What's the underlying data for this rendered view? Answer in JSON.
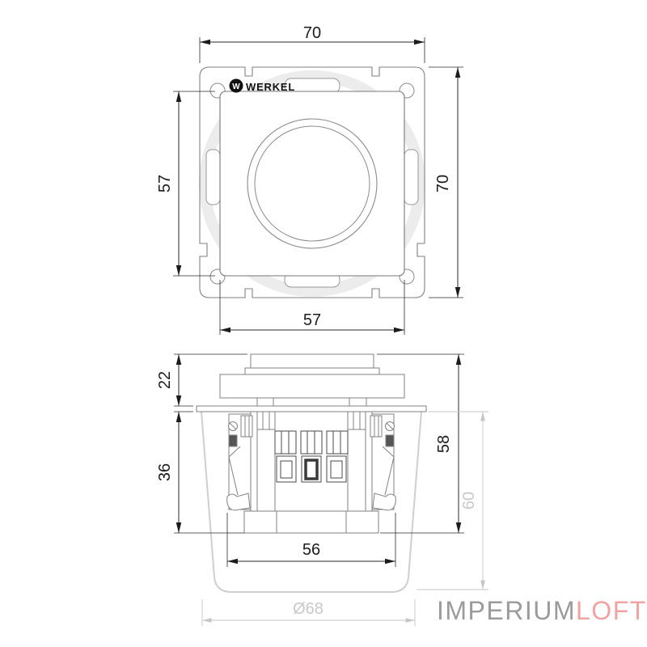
{
  "brand": {
    "werkel": {
      "icon_letter": "W",
      "name": "WERKEL"
    }
  },
  "watermark": {
    "imperium": "IMPERIUM",
    "loft": "LOFT"
  },
  "front_view": {
    "dim_frame_width": "70",
    "dim_frame_height": "70",
    "dim_plate_height": "57",
    "dim_plate_width": "57"
  },
  "side_view": {
    "dim_knob_protrusion": "22",
    "dim_recessed_depth": "36",
    "dim_total_depth": "58",
    "dim_box_depth": "60",
    "dim_mechanism_width": "56",
    "dim_box_diameter": "Ø68"
  },
  "colors": {
    "outline": "#828282",
    "dimension": "#1c1c1c",
    "ghost_gray": "#cfcfcf",
    "shade_gray": "#ececec",
    "watermark_gray": "#9b9b9b",
    "watermark_accent": "#efa3a3",
    "logo_black": "#111111"
  }
}
